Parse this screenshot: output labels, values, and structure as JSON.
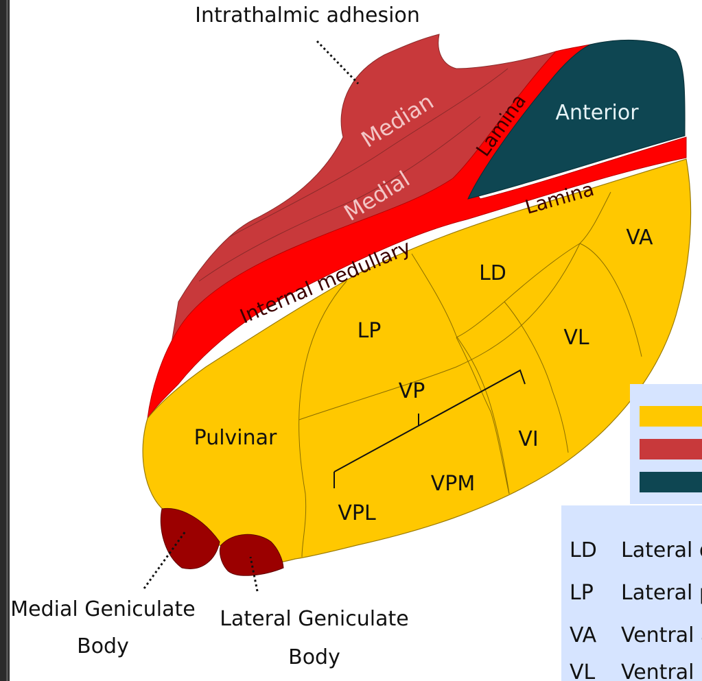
{
  "labels": {
    "intrathalmic_adhesion": "Intrathalmic adhesion",
    "median": "Median",
    "medial": "Medial",
    "lamina_upper": "Lamina",
    "lamina_lower": "Lamina",
    "internal_medullary": "Internal medullary",
    "anterior": "Anterior",
    "va": "VA",
    "ld": "LD",
    "lp": "LP",
    "vl": "VL",
    "vp": "VP",
    "vi": "VI",
    "vpm": "VPM",
    "vpl": "VPL",
    "pulvinar": "Pulvinar",
    "medial_geniculate_line1": "Medial Geniculate",
    "medial_geniculate_line2": "Body",
    "lateral_geniculate_line1": "Lateral Geniculate",
    "lateral_geniculate_line2": "Body"
  },
  "legend": {
    "swatches": [
      {
        "color": "#ffc800"
      },
      {
        "color": "#c8393b"
      },
      {
        "color": "#0e4652"
      }
    ],
    "abbreviations": [
      {
        "abbr": "LD",
        "text": "Lateral d"
      },
      {
        "abbr": "LP",
        "text": "Lateral p"
      },
      {
        "abbr": "VA",
        "text": "Ventral a"
      },
      {
        "abbr": "VL",
        "text": "Ventral"
      }
    ]
  },
  "colors": {
    "lateral_yellow": "#ffc800",
    "medial_red": "#c8393b",
    "anterior_teal": "#0e4652",
    "lamina_red": "#ff0000",
    "geniculate_dark": "#9b0000",
    "background": "#ffffff",
    "legend_bg": "#d6e4ff"
  }
}
